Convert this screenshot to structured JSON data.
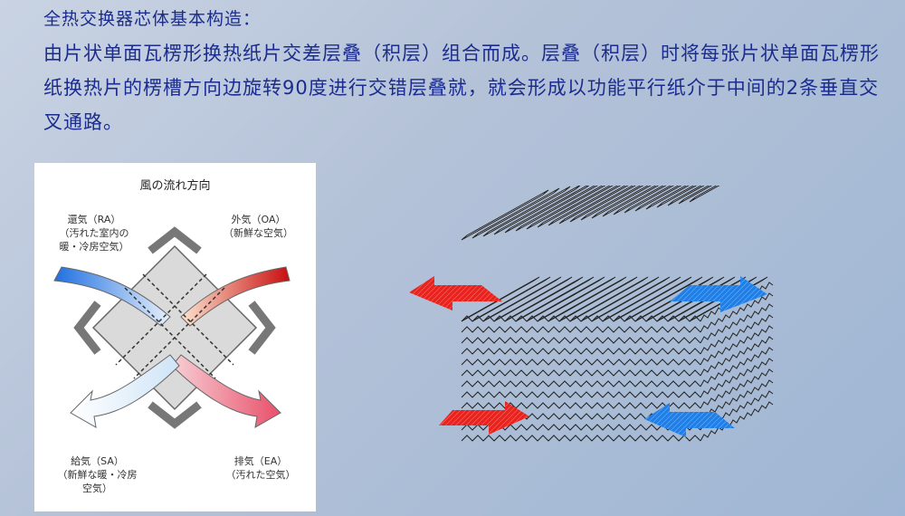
{
  "header": {
    "title": "全热交换器芯体基本构造：",
    "description": "由片状单面瓦楞形换热纸片交差层叠（积层）组合而成。层叠（积层）时将每张片状单面瓦楞形纸换热片的楞槽方向边旋转90度进行交错层叠就，就会形成以功能平行纸介于中间的2条垂直交叉通路。"
  },
  "flow_diagram": {
    "title": "風の流れ方向",
    "return_air": {
      "label": "還気（RA）",
      "note1": "（汚れた室内の",
      "note2": "暖・冷房空気）"
    },
    "outside_air": {
      "label": "外気（OA）",
      "note": "（新鮮な空気）"
    },
    "supply_air": {
      "label": "給気（SA）",
      "note1": "（新鮮な暖・冷房",
      "note2": "空気）"
    },
    "exhaust_air": {
      "label": "排気（EA）",
      "note": "（汚れた空気）"
    }
  },
  "colors": {
    "text_blue": "#1b2c8e",
    "warm": "#e8231f",
    "cool": "#1f7fe6"
  }
}
